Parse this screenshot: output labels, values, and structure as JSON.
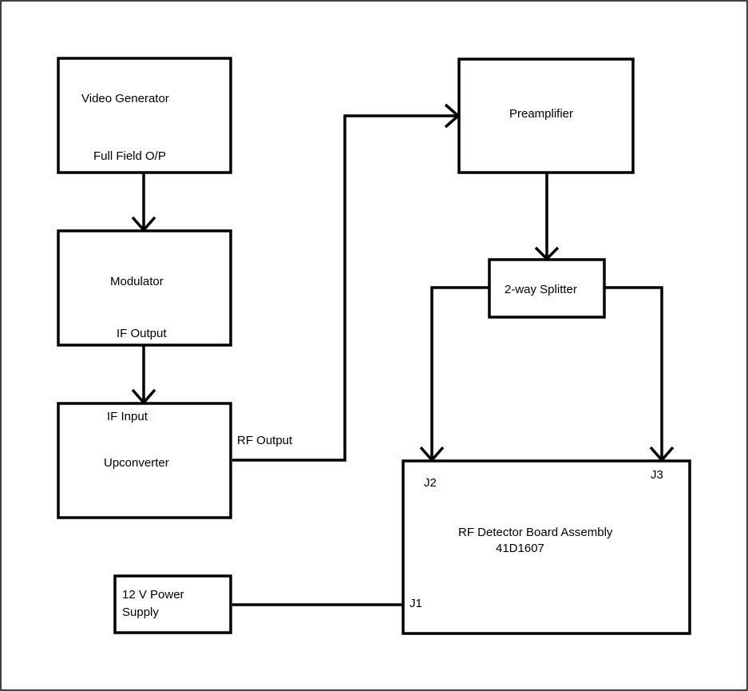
{
  "blocks": {
    "video_generator": {
      "title": "Video Generator",
      "port": "Full Field O/P"
    },
    "modulator": {
      "title": "Modulator",
      "port": "IF Output"
    },
    "upconverter": {
      "title": "Upconverter",
      "in_port": "IF Input"
    },
    "preamplifier": {
      "title": "Preamplifier"
    },
    "splitter": {
      "title": "2-way Splitter"
    },
    "detector": {
      "title": "RF Detector Board Assembly",
      "part": "41D1607",
      "j1": "J1",
      "j2": "J2",
      "j3": "J3"
    },
    "power_supply": {
      "line1": "12 V Power",
      "line2": "Supply"
    }
  },
  "connections": {
    "rf_output": "RF Output"
  }
}
